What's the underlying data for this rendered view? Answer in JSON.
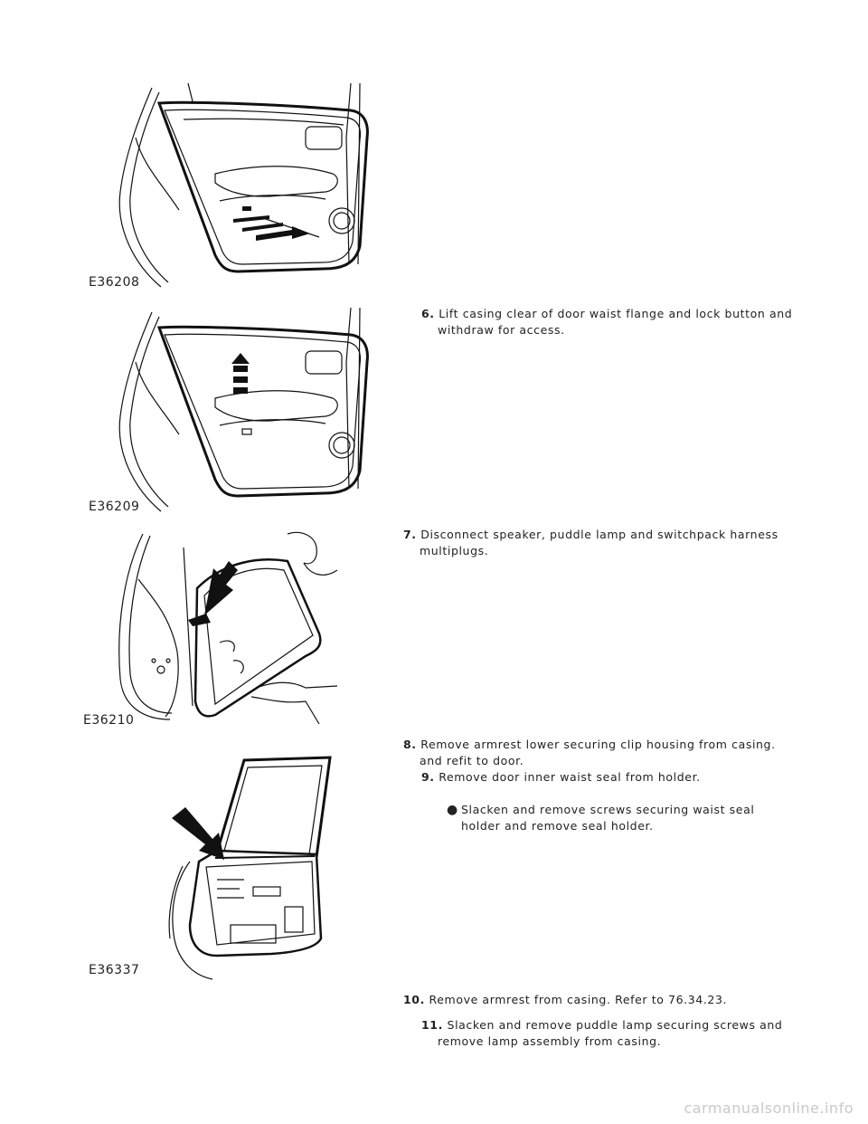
{
  "figures": [
    {
      "code": "E36208"
    },
    {
      "code": "E36209"
    },
    {
      "code": "E36210"
    },
    {
      "code": "E36337"
    }
  ],
  "steps": [
    {
      "num": "6.",
      "text": "Lift casing clear of door waist flange and lock button and withdraw for access."
    },
    {
      "num": "7.",
      "text": "Disconnect speaker, puddle lamp and switchpack harness multiplugs."
    },
    {
      "num": "8.",
      "text": "Remove armrest lower securing clip housing from casing. and refit to door."
    },
    {
      "num": "9.",
      "text": "Remove door inner waist seal from holder."
    },
    {
      "num": "10.",
      "text": "Remove armrest from casing. Refer to 76.34.23."
    },
    {
      "num": "11.",
      "text": "Slacken and remove puddle lamp securing screws and remove lamp assembly from casing."
    }
  ],
  "bullets": [
    {
      "text": "Slacken and remove screws securing waist seal holder and remove seal holder."
    }
  ],
  "watermark": "carmanualsonline.info"
}
